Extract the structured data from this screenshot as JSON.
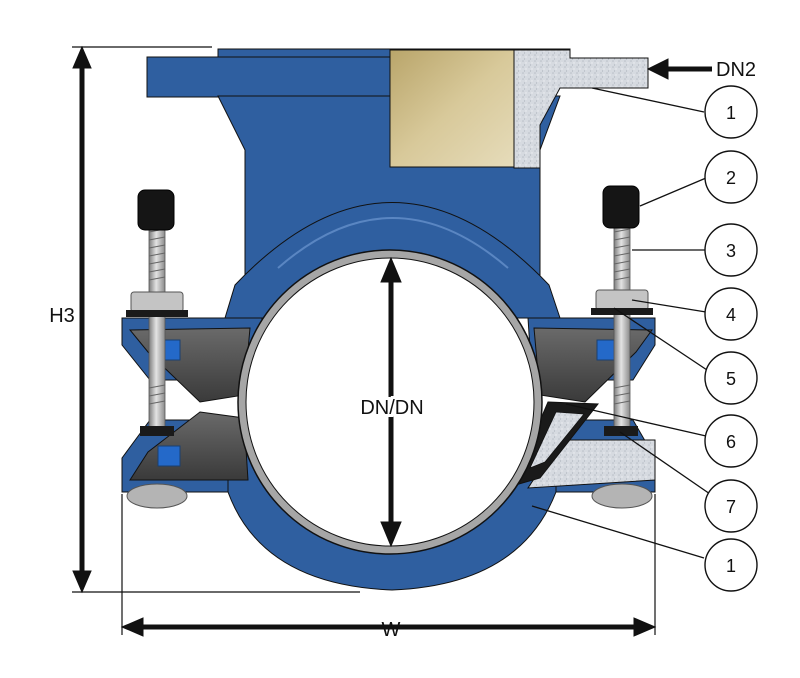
{
  "dimensions": {
    "height": "H3",
    "width": "W",
    "bore": "DN/DN",
    "outlet": "DN2"
  },
  "callouts": [
    {
      "id": "1a",
      "text": "1"
    },
    {
      "id": "2",
      "text": "2"
    },
    {
      "id": "3",
      "text": "3"
    },
    {
      "id": "4",
      "text": "4"
    },
    {
      "id": "5",
      "text": "5"
    },
    {
      "id": "6",
      "text": "6"
    },
    {
      "id": "7",
      "text": "7"
    },
    {
      "id": "1b",
      "text": "1"
    }
  ],
  "colors": {
    "body_blue": "#2f5fa0",
    "body_dark": "#1f4a84",
    "seal_grey": "#cfd3d8",
    "insert_tan": "#c8b887",
    "clamp_grey": "#4a4a4a",
    "bolt_grey": "#b9b9b9",
    "cap_black": "#151515",
    "line": "#111111"
  }
}
